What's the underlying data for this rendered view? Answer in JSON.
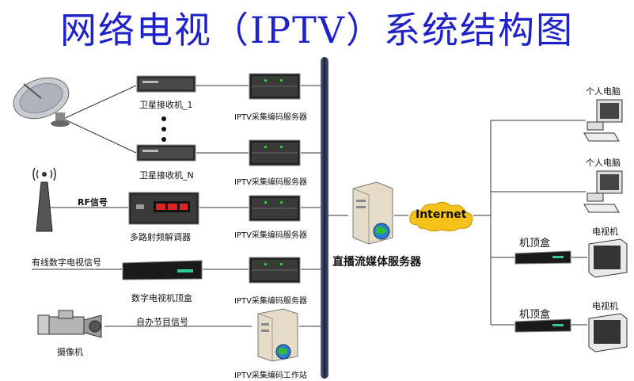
{
  "title": "网络电视（IPTV）系统结构图",
  "labels": {
    "sat_rx_1": "卫星接收机_1",
    "sat_rx_n": "卫星接收机_N",
    "rf_signal": "RF信号",
    "rf_demod": "多路射频解调器",
    "cable_signal": "有线数字电视信号",
    "dtv_stb": "数字电视机顶盒",
    "self_signal": "自办节目信号",
    "camera": "摄像机",
    "encoder_server": "IPTV采集编码服务器",
    "encoder_ws": "IPTV采集编码工作站",
    "streaming_server": "直播流媒体服务器",
    "internet": "Internet",
    "pc": "个人电脑",
    "stb": "机顶盒",
    "tv": "电视机"
  },
  "colors": {
    "title": "#1e22c8",
    "backbone": "#2a3550",
    "cloud": "#f4c21a",
    "line": "#333333"
  }
}
